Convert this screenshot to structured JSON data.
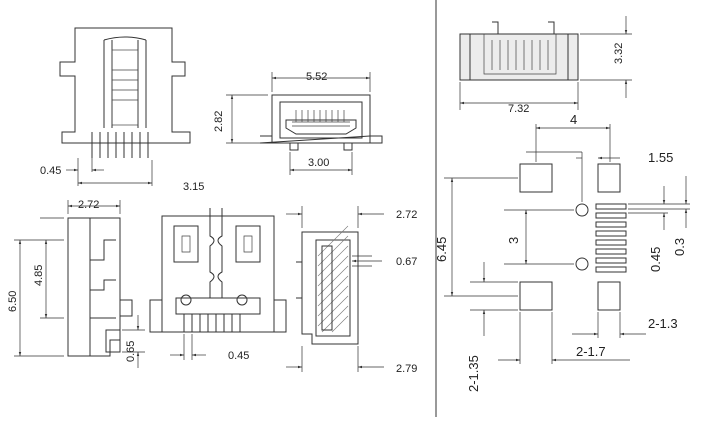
{
  "views": {
    "front": {
      "label_045": "0.45",
      "label_315": "3.15"
    },
    "end": {
      "label_552": "5.52",
      "label_282": "2.82",
      "label_300": "3.00"
    },
    "top": {
      "label_732": "7.32",
      "label_332": "3.32"
    },
    "side": {
      "label_272": "2.72",
      "label_485": "4.85",
      "label_650": "6.50",
      "label_065": "0.65"
    },
    "bottom": {
      "label_045": "0.45"
    },
    "section": {
      "label_272": "2.72",
      "label_067": "0.67",
      "label_279": "2.79"
    }
  },
  "footprint": {
    "label_4": "4",
    "label_155": "1.55",
    "label_645": "6.45",
    "label_3": "3",
    "label_045": "0.45",
    "label_03": "0.3",
    "label_2x13": "2-1.3",
    "label_2x17": "2-1.7",
    "label_2x135": "2-1.35"
  }
}
